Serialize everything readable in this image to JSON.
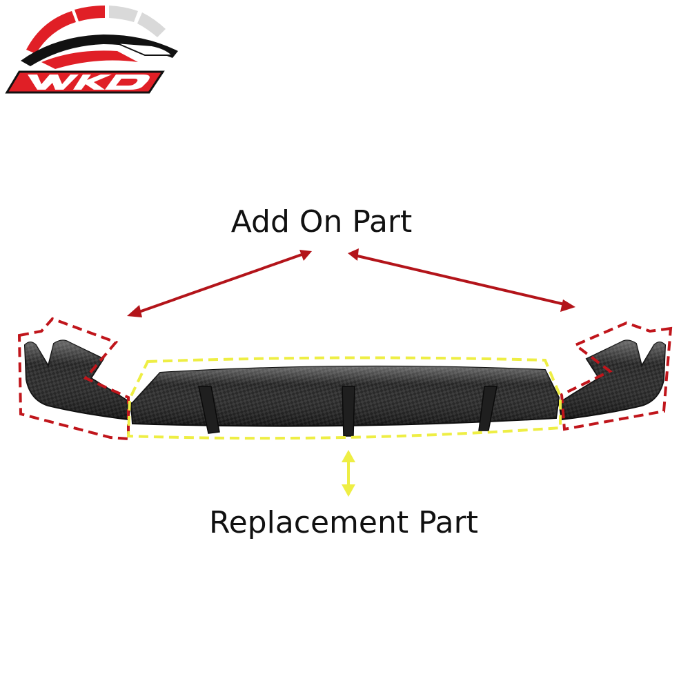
{
  "brand": {
    "logo_text": "WKD",
    "primary_color": "#e01f26",
    "secondary_color": "#d9d9d9",
    "outline_color": "#111111"
  },
  "labels": {
    "add_on": "Add On Part",
    "replacement": "Replacement Part"
  },
  "colors": {
    "add_on_outline": "#c0151b",
    "replacement_outline": "#eeee44",
    "add_on_arrow": "#b3141a",
    "replacement_arrow": "#eeee44",
    "carbon_dark": "#1c1c1c",
    "carbon_light": "#3a3a3a"
  }
}
